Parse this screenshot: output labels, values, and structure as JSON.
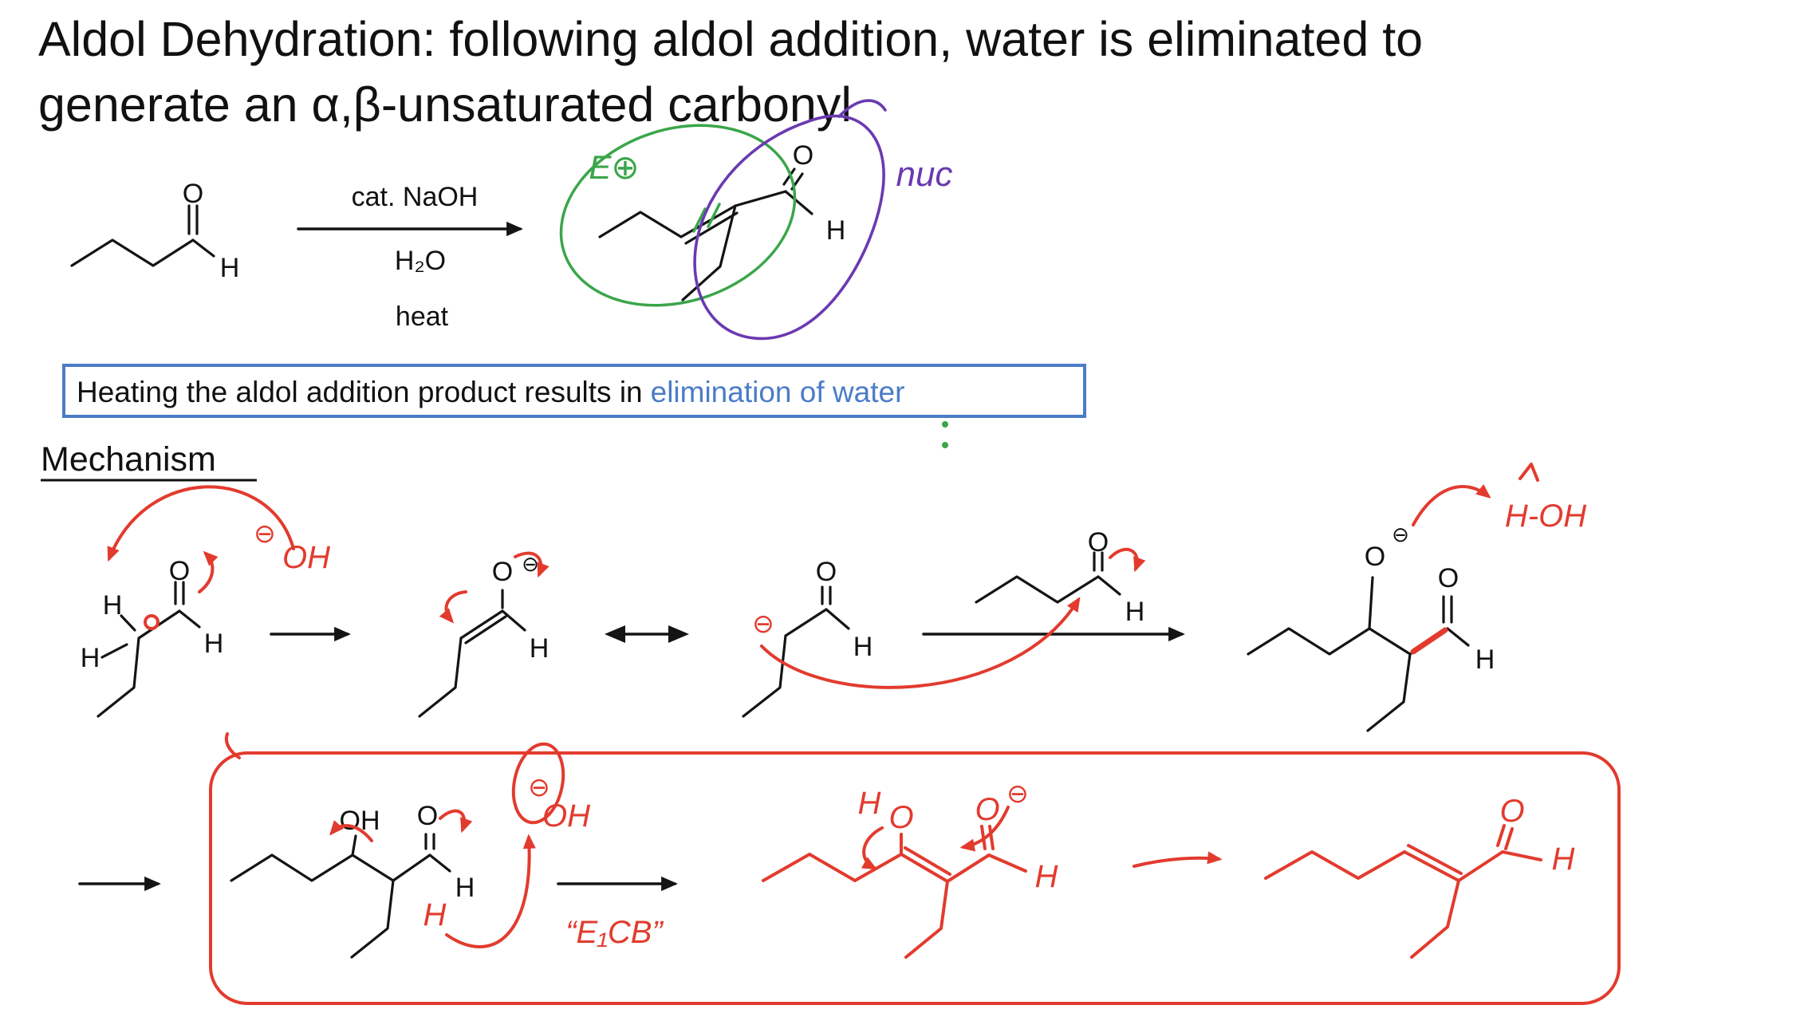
{
  "colors": {
    "black": "#141414",
    "red": "#e23b2e",
    "green": "#3aa64a",
    "purple": "#6a3ab0",
    "blue": "#4a7cc7",
    "background": "#ffffff"
  },
  "title": {
    "line1": "Aldol Dehydration: following aldol addition, water is eliminated to",
    "line2": "generate an α,β-unsaturated carbonyl"
  },
  "scheme": {
    "cond_top": "cat. NaOH",
    "cond_mid": "H₂O",
    "cond_bot": "heat",
    "electrophile_tag": "E⊕",
    "nucleophile_tag": "nuc"
  },
  "callout": {
    "pre": "Heating the aldol addition product results in",
    "highlight": "elimination of water"
  },
  "mechanism": {
    "heading": "Mechanism",
    "e1cb": "“E₁CB”",
    "water": "H-OH"
  },
  "atoms": {
    "O": "O",
    "H": "H",
    "OH": "OH",
    "minus": "⊖"
  }
}
